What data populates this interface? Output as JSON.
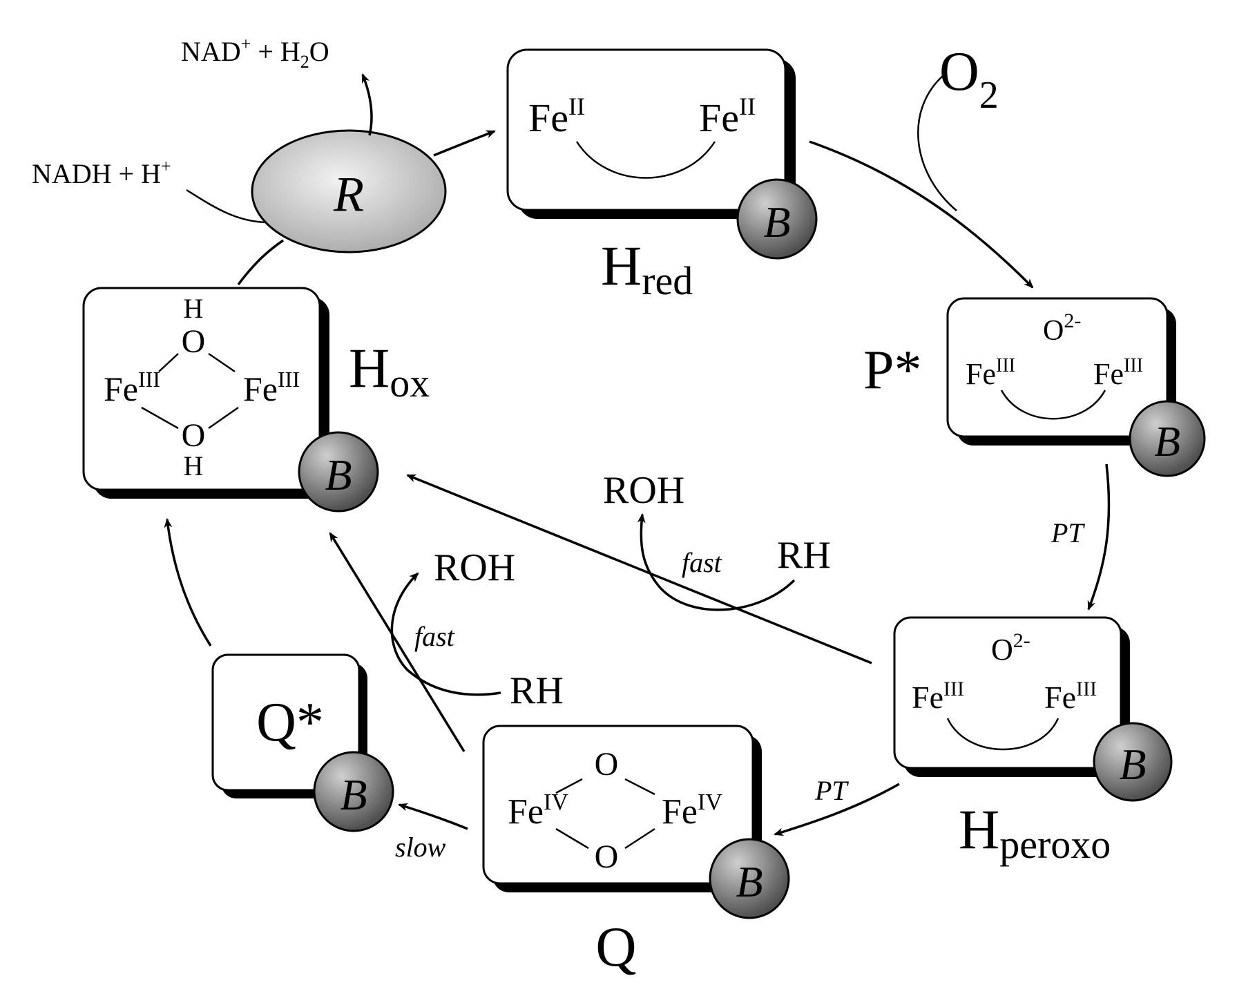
{
  "reductase": {
    "label": "R"
  },
  "reagents": {
    "nadh": "NADH + H",
    "nadh_sup": "+",
    "nad": "NAD",
    "nad_sup": "+",
    "nad_rest": " + H",
    "nad_sub": "2",
    "nad_end": "O",
    "o2": "O",
    "o2_sub": "2"
  },
  "badge": "B",
  "states": {
    "hred": {
      "name": "H",
      "sub": "red",
      "fe": "Fe",
      "ox": "II"
    },
    "pstar": {
      "name": "P*",
      "o": "O",
      "o_charge": "2-",
      "fe": "Fe",
      "ox": "III"
    },
    "hperoxo": {
      "name": "H",
      "sub": "peroxo",
      "o": "O",
      "o_charge": "2-",
      "fe": "Fe",
      "ox": "III"
    },
    "q": {
      "name": "Q",
      "fe": "Fe",
      "ox": "IV",
      "o": "O"
    },
    "qstar": {
      "name": "Q*"
    },
    "hox": {
      "name": "H",
      "sub": "ox",
      "fe": "Fe",
      "ox": "III",
      "o": "O",
      "h": "H"
    }
  },
  "labels": {
    "pt1": "PT",
    "pt2": "PT",
    "slow": "slow",
    "fast1": "fast",
    "fast2": "fast",
    "roh1": "ROH",
    "roh2": "ROH",
    "rh1": "RH",
    "rh2": "RH"
  }
}
